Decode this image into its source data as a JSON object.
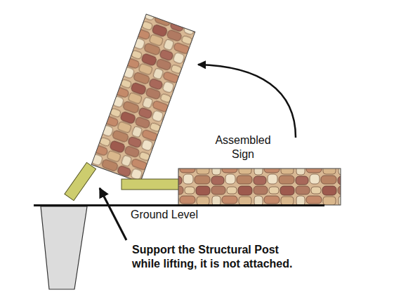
{
  "diagram": {
    "labels": [
      "Assembled Sign",
      "Ground Level",
      "Support the Structural Post while lifting, it is not attached."
    ]
  }
}
